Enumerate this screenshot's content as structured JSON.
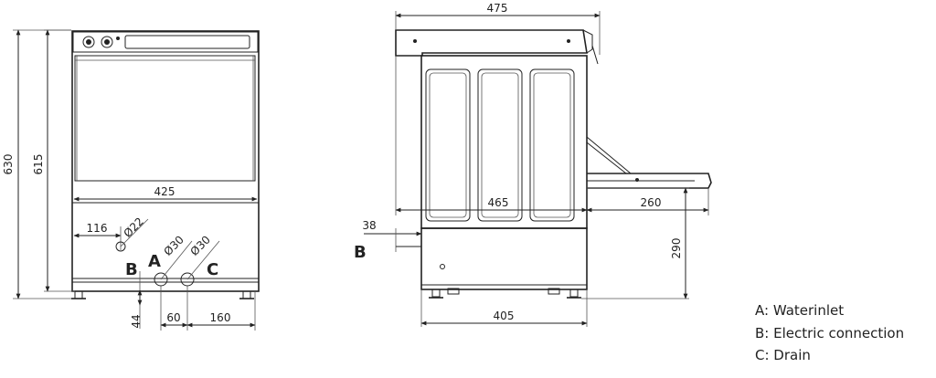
{
  "front_view": {
    "height_total": "630",
    "height_top": "615",
    "width": "425",
    "offset_b": "116",
    "dia_b": "Ø22",
    "dia_a": "Ø30",
    "dia_c": "Ø30",
    "label_a": "A",
    "label_b": "B",
    "label_c": "C",
    "height_b": "44",
    "spacing_ac": "60",
    "offset_c": "160"
  },
  "side_view": {
    "depth_total": "475",
    "depth_inner": "465",
    "door_open": "260",
    "offset_b": "38",
    "label_b": "B",
    "door_height": "290",
    "base_depth": "405"
  },
  "legend": {
    "a": "A: Waterinlet",
    "b": "B: Electric connection",
    "c": "C: Drain"
  }
}
